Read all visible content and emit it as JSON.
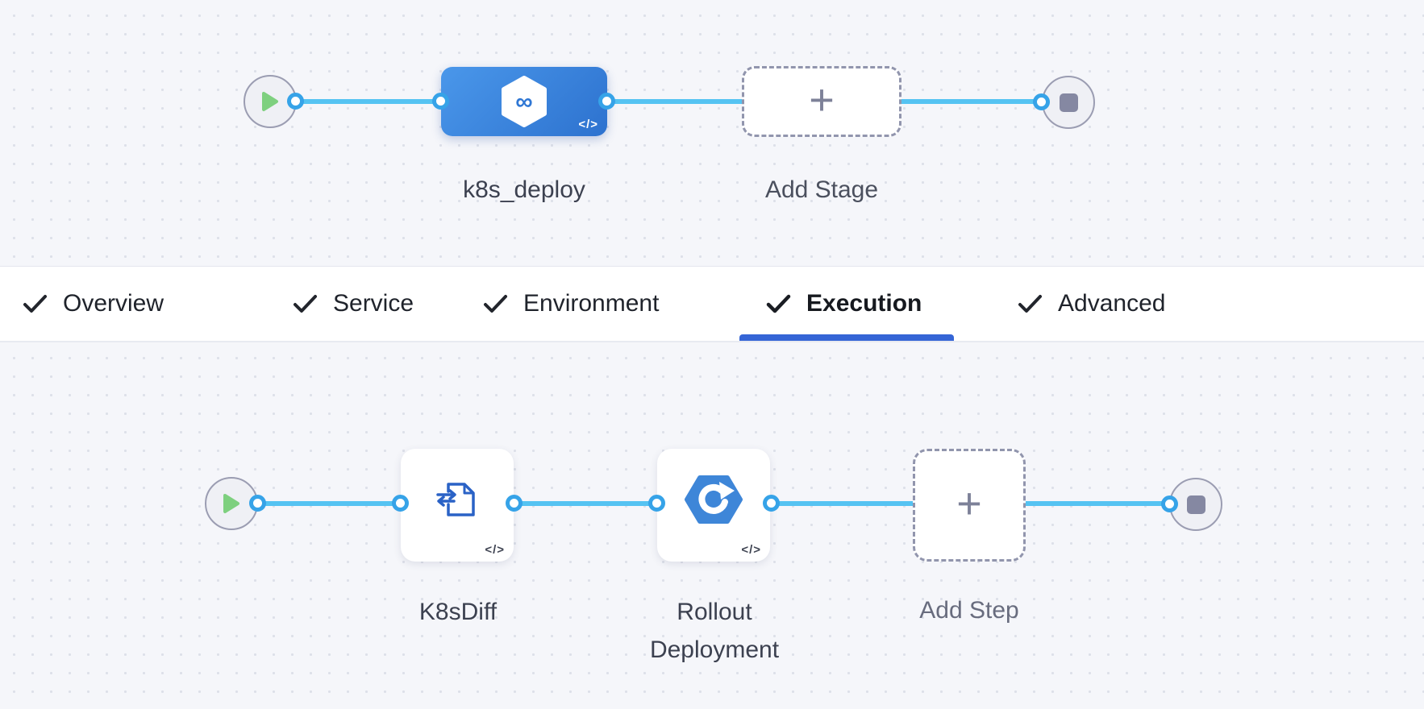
{
  "stage_canvas": {
    "stage_label": "k8s_deploy",
    "add_stage_label": "Add Stage"
  },
  "tabs": {
    "items": [
      {
        "label": "Overview",
        "checked": true
      },
      {
        "label": "Service",
        "checked": true
      },
      {
        "label": "Environment",
        "checked": true
      },
      {
        "label": "Execution",
        "checked": true
      },
      {
        "label": "Advanced",
        "checked": true
      }
    ],
    "active": "Execution"
  },
  "execution_canvas": {
    "steps": [
      {
        "label": "K8sDiff"
      },
      {
        "label": "Rollout Deployment"
      }
    ],
    "add_step_label": "Add Step"
  },
  "icons": {
    "check": "✓",
    "plus": "+",
    "code": "</>",
    "play": "▶",
    "stop": "■",
    "infinity": "∞"
  },
  "colors": {
    "canvas_bg": "#f5f6fa",
    "connector": "#55c3f2",
    "port_ring": "#36a3e8",
    "active_tab_underline": "#3565d6",
    "stage_node_blue": "#3c86e0",
    "icon_blue": "#2a62c6",
    "play_green": "#7ed07f",
    "stop_gray": "#8588a2"
  }
}
